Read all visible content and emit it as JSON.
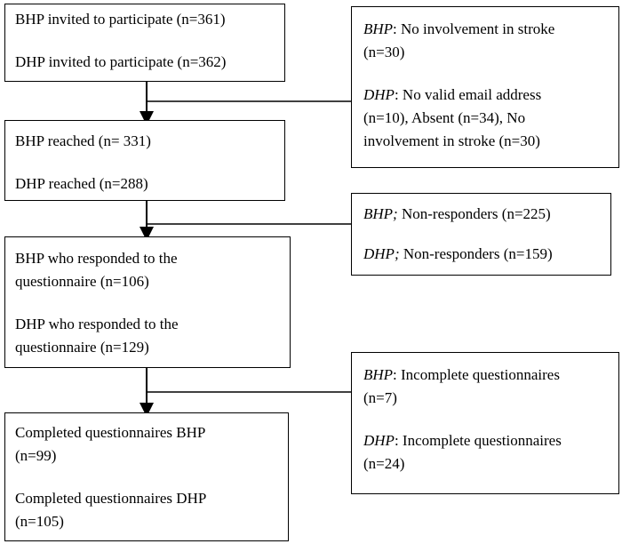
{
  "left_boxes": [
    {
      "lines": [
        "BHP invited to participate (n=361)",
        "DHP invited to participate (n=362)"
      ]
    },
    {
      "lines": [
        "BHP reached (n= 331)",
        "DHP reached (n=288)"
      ]
    },
    {
      "lines": [
        "BHP who responded to the",
        "questionnaire (n=106)",
        "DHP who responded to the",
        "questionnaire (n=129)"
      ]
    },
    {
      "lines": [
        "Completed questionnaires BHP",
        "(n=99)",
        "Completed questionnaires DHP",
        "(n=105)"
      ]
    }
  ],
  "right_boxes": [
    {
      "line1_label": "BHP",
      "line1_rest": ": No involvement in stroke",
      "line2": "(n=30)",
      "line3_label": "DHP",
      "line3_rest": ": No valid email address",
      "line4": "(n=10), Absent (n=34), No",
      "line5": "involvement in stroke (n=30)"
    },
    {
      "line1_label": "BHP;",
      "line1_rest": " Non-responders (n=225)",
      "line2_label": "DHP;",
      "line2_rest": " Non-responders (n=159)"
    },
    {
      "line1_label": "BHP",
      "line1_rest": ": Incomplete questionnaires",
      "line2": "(n=7)",
      "line3_label": "DHP",
      "line3_rest": ": Incomplete questionnaires",
      "line4": "(n=24)"
    }
  ]
}
